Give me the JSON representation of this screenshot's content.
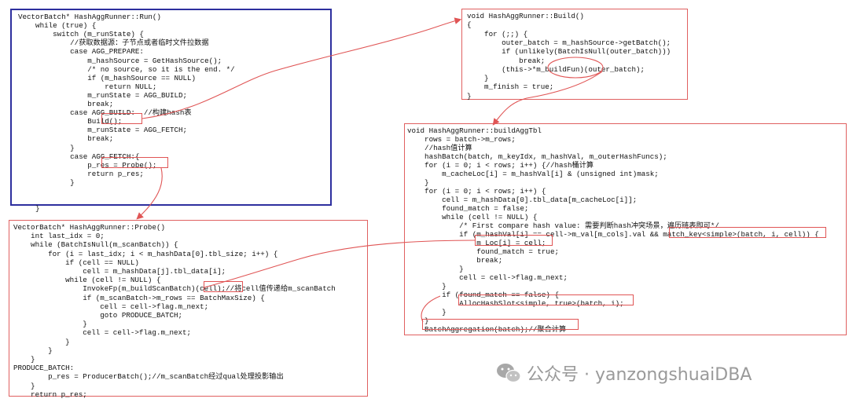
{
  "run_panel": {
    "lines": [
      "VectorBatch* HashAggRunner::Run()",
      "    while (true) {",
      "        switch (m_runState) {",
      "            //获取数据源：子节点或者临时文件拉数据",
      "            case AGG_PREPARE:",
      "                m_hashSource = GetHashSource();",
      "                /* no source, so it is the end. */",
      "                if (m_hashSource == NULL)",
      "                    return NULL;",
      "                m_runState = AGG_BUILD;",
      "                break;",
      "            case AGG_BUILD:  //构建hash表",
      "                Build();",
      "                m_runState = AGG_FETCH;",
      "                break;",
      "            }",
      "            case AGG_FETCH:{",
      "                p_res = Probe();",
      "                return p_res;",
      "            }",
      "",
      "",
      "    }"
    ]
  },
  "build_panel": {
    "lines": [
      "void HashAggRunner::Build()",
      "{",
      "    for (;;) {",
      "        outer_batch = m_hashSource->getBatch();",
      "        if (unlikely(BatchIsNull(outer_batch)))",
      "            break;",
      "        (this->*m_buildFun)(outer_batch);",
      "    }",
      "    m_finish = true;",
      "}"
    ]
  },
  "agg_panel": {
    "lines": [
      "void HashAggRunner::buildAggTbl",
      "    rows = batch->m_rows;",
      "    //hash值计算",
      "    hashBatch(batch, m_keyIdx, m_hashVal, m_outerHashFuncs);",
      "    for (i = 0; i < rows; i++) {//hash桶计算",
      "        m_cacheLoc[i] = m_hashVal[i] & (unsigned int)mask;",
      "    }",
      "    for (i = 0; i < rows; i++) {",
      "        cell = m_hashData[0].tbl_data[m_cacheLoc[i]];",
      "        found_match = false;",
      "        while (cell != NULL) {",
      "            /* First compare hash value: 需要判断hash冲突场景，遍历链表即可*/",
      "            if (m_hashVal[i] == cell->m_val[m_cols].val && match_key<simple>(batch, i, cell)) {",
      "                m_Loc[i] = cell;",
      "                found_match = true;",
      "                break;",
      "            }",
      "            cell = cell->flag.m_next;",
      "        }",
      "        if (found_match == false) {",
      "            AllocHashSlot<simple, true>(batch, i);",
      "        }",
      "    }",
      "    BatchAggregation(batch);//聚合计算"
    ]
  },
  "probe_panel": {
    "lines": [
      "VectorBatch* HashAggRunner::Probe()",
      "    int last_idx = 0;",
      "    while (BatchIsNull(m_scanBatch)) {",
      "        for (i = last_idx; i < m_hashData[0].tbl_size; i++) {",
      "            if (cell == NULL)",
      "                cell = m_hashData[j].tbl_data[i];",
      "            while (cell != NULL) {",
      "                InvokeFp(m_buildScanBatch)(cell);//将cell值传递给m_scanBatch",
      "                if (m_scanBatch->m_rows == BatchMaxSize) {",
      "                    cell = cell->flag.m_next;",
      "                    goto PRODUCE_BATCH;",
      "                }",
      "                cell = cell->flag.m_next;",
      "            }",
      "        }",
      "    }",
      "PRODUCE_BATCH:",
      "        p_res = ProducerBatch();//m_scanBatch经过qual处理投影输出",
      "    }",
      "    return p_res;"
    ]
  },
  "watermark": {
    "icon": "wechat-icon",
    "text": "公众号 · yanzongshuaiDBA"
  },
  "colors": {
    "run_border": "#2d2f9e",
    "highlight": "#e05555",
    "arrow": "#e05555",
    "watermark": "#9a9a9a"
  }
}
